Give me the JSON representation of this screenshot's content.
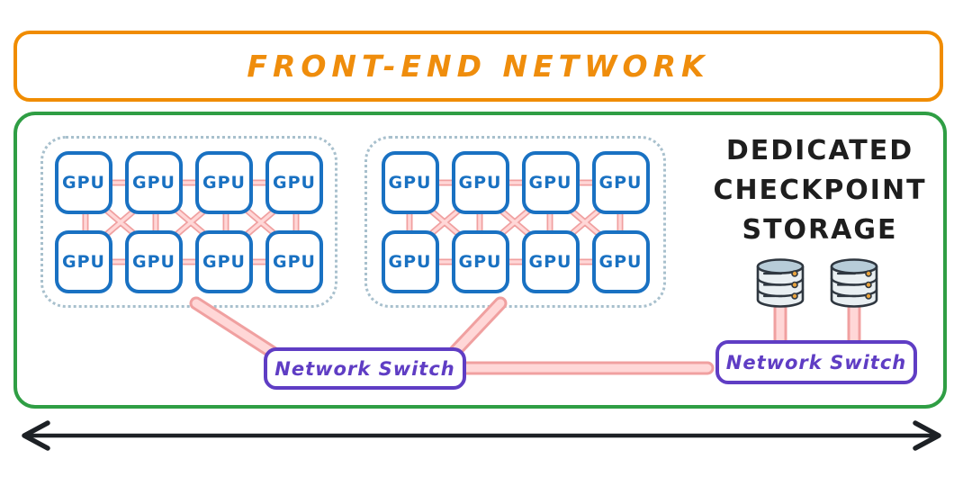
{
  "front_end_network": {
    "label": "FRONT-END NETWORK"
  },
  "labels": {
    "gpu": "GPU"
  },
  "storage": {
    "lines": [
      "DEDICATED",
      "CHECKPOINT",
      "STORAGE"
    ]
  },
  "switches": {
    "left": "Network Switch",
    "right": "Network Switch"
  },
  "icons": {
    "database": "database-icon",
    "arrow": "double-headed-arrow-icon",
    "links": "network-link-lines"
  },
  "colors": {
    "orange": "#f08c00",
    "green": "#2f9e44",
    "blue": "#1971c2",
    "violet": "#5f3dc4",
    "pink_fill": "#ffc9c9",
    "pink_stroke": "#f0a0a0",
    "text_black": "#1e1e1e",
    "cluster_dotted": "#a8c0cd",
    "db_top": "#b7ccd8",
    "db_body": "#e9eff2",
    "db_dot": "#e8a33d"
  }
}
